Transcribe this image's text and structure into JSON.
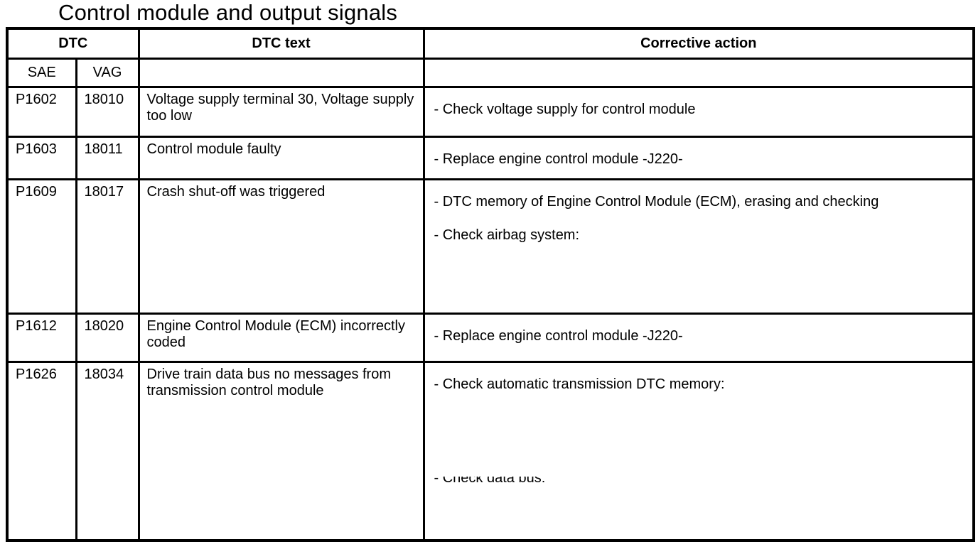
{
  "title": "Control module and output signals",
  "colors": {
    "text": "#000000",
    "background": "#ffffff",
    "border": "#000000"
  },
  "table": {
    "header": {
      "dtc": "DTC",
      "dtc_text": "DTC text",
      "corrective_action": "Corrective action",
      "sae": "SAE",
      "vag": "VAG"
    },
    "rows": [
      {
        "sae": "P1602",
        "vag": "18010",
        "dtc_text": "Voltage supply terminal 30, Voltage supply too low",
        "actions": [
          "- Check voltage supply for control module"
        ]
      },
      {
        "sae": "P1603",
        "vag": "18011",
        "dtc_text": "Control module faulty",
        "actions": [
          "- Replace engine control module -J220-"
        ]
      },
      {
        "sae": "P1609",
        "vag": "18017",
        "dtc_text": "Crash shut-off was triggered",
        "actions": [
          "- DTC memory of Engine Control Module (ECM), erasing and checking",
          "- Check airbag system:"
        ]
      },
      {
        "sae": "P1612",
        "vag": "18020",
        "dtc_text": "Engine Control Module (ECM) incorrectly coded",
        "actions": [
          "- Replace engine control module -J220-"
        ]
      },
      {
        "sae": "P1626",
        "vag": "18034",
        "dtc_text": "Drive train data bus no messages from transmission control module",
        "actions": [
          "- Check automatic transmission DTC memory:",
          "- Check data bus:"
        ]
      }
    ]
  }
}
